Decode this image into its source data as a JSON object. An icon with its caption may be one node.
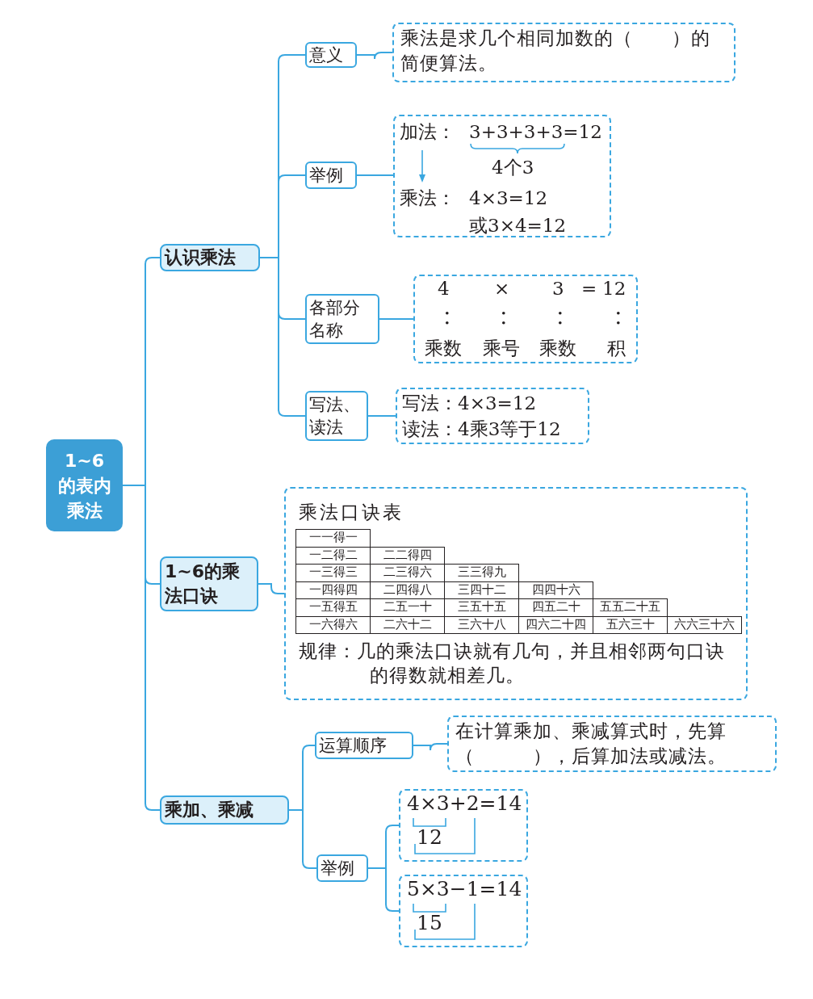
{
  "diagram": {
    "nodes": [
      {
        "text": [
          "1~6的表内乘法"
        ]
      },
      {
        "text": [
          "认识乘法"
        ]
      },
      {
        "text": [
          "意义"
        ]
      },
      {
        "text": [
          "乘法是求几个相同加数的（　　）的简便算法。"
        ]
      },
      {
        "text": [
          "举例"
        ]
      },
      {
        "text": [
          "加法：",
          "3+3+3+3=12",
          "4个3",
          "乘法：",
          "4×3=12",
          "或3×4=12"
        ]
      },
      {
        "text": [
          "各部分名称"
        ]
      },
      {
        "text": [
          "4",
          "×",
          "3",
          "=",
          "12",
          "乘数",
          "乘号",
          "乘数",
          "积"
        ]
      },
      {
        "text": [
          "写法、读法"
        ]
      },
      {
        "text": [
          "写法：4×3=12",
          "读法：4乘3等于12"
        ]
      },
      {
        "text": [
          "1~6的乘法口诀"
        ]
      },
      {
        "text": [
          "乘法口诀表",
          "规律：几的乘法口诀就有几句，并且相邻两句口诀的得数就相差几。"
        ]
      },
      {
        "text": [
          "乘加、乘减"
        ]
      },
      {
        "text": [
          "运算顺序"
        ]
      },
      {
        "text": [
          "在计算乘加、乘减算式时，先算（　　　），后算加法或减法。"
        ]
      },
      {
        "text": [
          "举例"
        ]
      },
      {
        "text": [
          "4×3+2=14",
          "12"
        ]
      },
      {
        "text": [
          "5×3−1=14",
          "15"
        ]
      }
    ],
    "edges": [
      {
        "from": 0,
        "to": 1,
        "arrow": "none"
      },
      {
        "from": 0,
        "to": 10,
        "arrow": "none"
      },
      {
        "from": 0,
        "to": 12,
        "arrow": "none"
      },
      {
        "from": 1,
        "to": 2,
        "arrow": "none"
      },
      {
        "from": 1,
        "to": 4,
        "arrow": "none"
      },
      {
        "from": 1,
        "to": 6,
        "arrow": "none"
      },
      {
        "from": 1,
        "to": 8,
        "arrow": "none"
      },
      {
        "from": 2,
        "to": 3,
        "arrow": "none"
      },
      {
        "from": 4,
        "to": 5,
        "arrow": "none"
      },
      {
        "from": 6,
        "to": 7,
        "arrow": "none"
      },
      {
        "from": 8,
        "to": 9,
        "arrow": "none"
      },
      {
        "from": 10,
        "to": 11,
        "arrow": "none"
      },
      {
        "from": 12,
        "to": 13,
        "arrow": "none"
      },
      {
        "from": 12,
        "to": 15,
        "arrow": "none"
      },
      {
        "from": 13,
        "to": 14,
        "arrow": "none"
      },
      {
        "from": 15,
        "to": 16,
        "arrow": "none"
      },
      {
        "from": 15,
        "to": 17,
        "arrow": "none"
      }
    ],
    "labels": [
      "一一得一",
      "一二得二",
      "二二得四",
      "一三得三",
      "二三得六",
      "三三得九",
      "一四得四",
      "二四得八",
      "三四十二",
      "四四十六",
      "一五得五",
      "二五一十",
      "三五十五",
      "四五二十",
      "五五二十五",
      "一六得六",
      "二六十二",
      "三六十八",
      "四六二十四",
      "五六三十",
      "六六三十六"
    ]
  }
}
